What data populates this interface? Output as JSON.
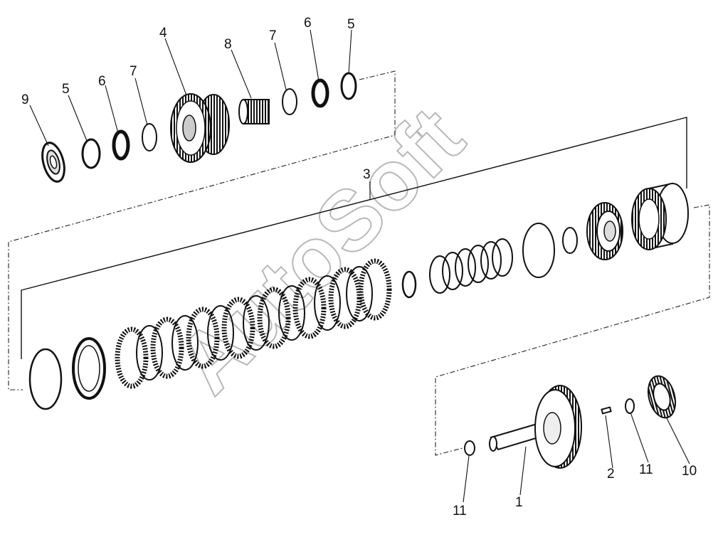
{
  "diagram": {
    "watermark": "AutoSoft",
    "callouts": {
      "c9": "9",
      "c5a": "5",
      "c6a": "6",
      "c7a": "7",
      "c4": "4",
      "c8": "8",
      "c7b": "7",
      "c6b": "6",
      "c5b": "5",
      "c3": "3",
      "c1": "1",
      "c2": "2",
      "c11a": "11",
      "c11b": "11",
      "c10": "10"
    }
  }
}
